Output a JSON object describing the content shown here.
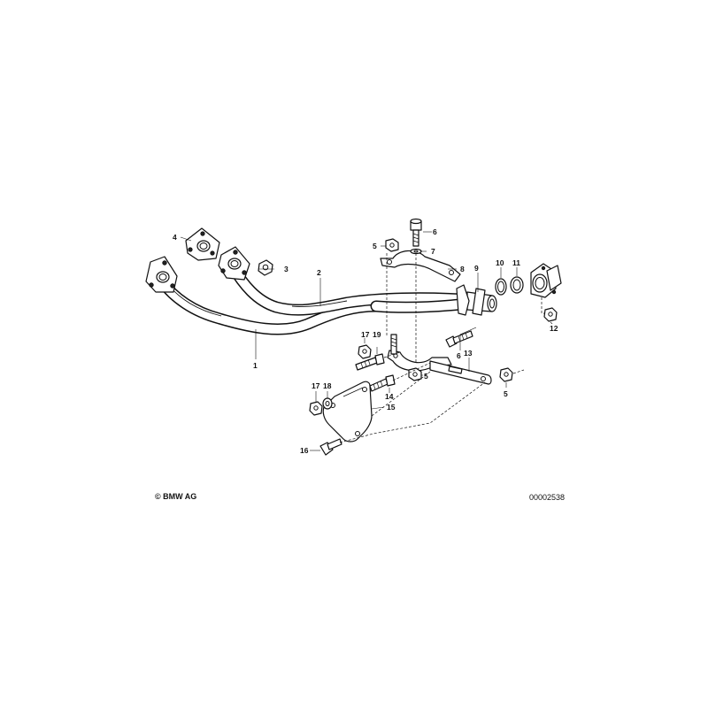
{
  "labels": [
    {
      "id": "1",
      "text": "1"
    },
    {
      "id": "2",
      "text": "2"
    },
    {
      "id": "3",
      "text": "3"
    },
    {
      "id": "4",
      "text": "4"
    },
    {
      "id": "5a",
      "text": "5"
    },
    {
      "id": "5b",
      "text": "5"
    },
    {
      "id": "5c",
      "text": "5"
    },
    {
      "id": "6a",
      "text": "6"
    },
    {
      "id": "6b",
      "text": "6"
    },
    {
      "id": "7",
      "text": "7"
    },
    {
      "id": "8",
      "text": "8"
    },
    {
      "id": "9",
      "text": "9"
    },
    {
      "id": "10",
      "text": "10"
    },
    {
      "id": "11",
      "text": "11"
    },
    {
      "id": "12",
      "text": "12"
    },
    {
      "id": "13",
      "text": "13"
    },
    {
      "id": "14",
      "text": "14"
    },
    {
      "id": "15",
      "text": "15"
    },
    {
      "id": "16",
      "text": "16"
    },
    {
      "id": "17a",
      "text": "17"
    },
    {
      "id": "17b",
      "text": "17"
    },
    {
      "id": "18",
      "text": "18"
    },
    {
      "id": "19",
      "text": "19"
    }
  ],
  "footer": {
    "copyright": "© BMW AG",
    "document_number": "00002538"
  }
}
